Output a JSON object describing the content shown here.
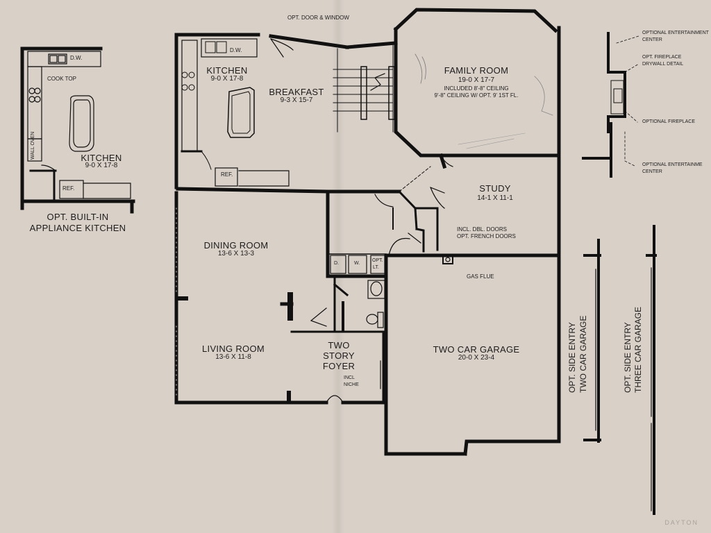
{
  "kitchen_alt": {
    "dw": "D.W.",
    "cooktop": "COOK TOP",
    "wall_oven": "WALL OVEN",
    "ref": "REF.",
    "name": "KITCHEN",
    "dim": "9-0 X 17-8",
    "caption_line1": "OPT. BUILT-IN",
    "caption_line2": "APPLIANCE KITCHEN"
  },
  "top_note": "OPT. DOOR & WINDOW",
  "kitchen": {
    "name": "KITCHEN",
    "dim": "9-0 X 17-8",
    "dw": "D.W.",
    "ref": "REF."
  },
  "breakfast": {
    "name": "BREAKFAST",
    "dim": "9-3 X 15-7"
  },
  "family_room": {
    "name": "FAMILY ROOM",
    "dim": "19-0 X 17-7",
    "note1": "INCLUDED 8'-8\" CEILING",
    "note2": "9'-8\" CEILING W/ OPT. 9' 1ST FL."
  },
  "study": {
    "name": "STUDY",
    "dim": "14-1 X 11-1",
    "note1": "INCL. DBL. DOORS",
    "note2": "OPT. FRENCH DOORS"
  },
  "dining_room": {
    "name": "DINING ROOM",
    "dim": "13-6 X 13-3"
  },
  "living_room": {
    "name": "LIVING ROOM",
    "dim": "13-6 X 11-8"
  },
  "foyer": {
    "line1": "TWO",
    "line2": "STORY",
    "line3": "FOYER",
    "niche1": "INCL",
    "niche2": "NICHE"
  },
  "laundry": {
    "d": "D.",
    "w": "W.",
    "opt": "OPT.",
    "lt": "LT."
  },
  "gas_flue": "GAS FLUE",
  "garage": {
    "name": "TWO CAR GARAGE",
    "dim": "20-0 X 23-4"
  },
  "side_entry_two": {
    "line1": "OPT. SIDE ENTRY",
    "line2": "TWO CAR GARAGE"
  },
  "side_entry_three": {
    "line1": "OPT. SIDE ENTRY",
    "line2": "THREE CAR GARAGE"
  },
  "fireplace_detail": {
    "ent_center_top_1": "OPTIONAL ENTERTAINMENT",
    "ent_center_top_2": "CENTER",
    "drywall_1": "OPT. FIREPLACE",
    "drywall_2": "DRYWALL DETAIL",
    "fireplace": "OPTIONAL FIREPLACE",
    "ent_center_bot_1": "OPTIONAL ENTERTAINME",
    "ent_center_bot_2": "CENTER"
  },
  "watermark": "DAYTON"
}
